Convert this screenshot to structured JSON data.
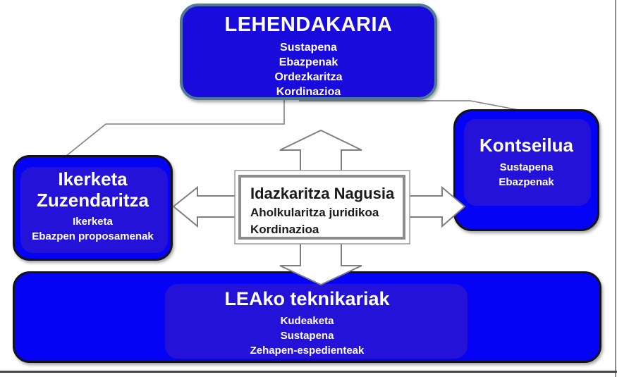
{
  "nodes": {
    "lehendakaria": {
      "title": "LEHENDAKARIA",
      "items": [
        "Sustapena",
        "Ebazpenak",
        "Ordezkaritza",
        "Kordinazioa"
      ]
    },
    "ikerketa_zuzendaritza": {
      "title": "Ikerketa Zuzendaritza",
      "items": [
        "Ikerketa",
        "Ebazpen proposamenak"
      ]
    },
    "idazkaritza_nagusia": {
      "title": "Idazkaritza Nagusia",
      "items": [
        "Aholkularitza juridikoa",
        "Kordinazioa"
      ]
    },
    "kontseilua": {
      "title": "Kontseilua",
      "items": [
        "Sustapena",
        "Ebazpenak"
      ]
    },
    "leako_teknikariak": {
      "title": "LEAko teknikariak",
      "items": [
        "Kudeaketa",
        "Sustapena",
        "Zehapen-espedienteak"
      ]
    }
  },
  "colors": {
    "node_fill": "#0503F5",
    "node_inner_fill": "#2412D8",
    "top_fill": "#1A0BDD",
    "top_border": "#4F7B99",
    "node_border": "#141414",
    "outline_gray": "#7F7F7F",
    "center_border": "#8C8C8C",
    "text_on_blue": "#FFFFFF",
    "text_on_white": "#1A1A1A"
  }
}
